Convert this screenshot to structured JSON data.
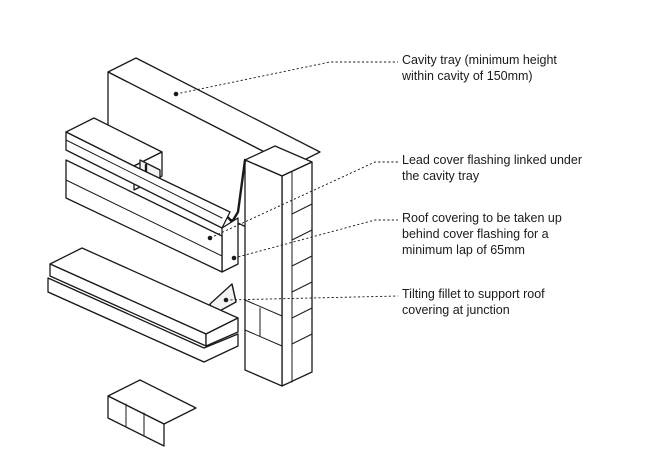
{
  "annotations": [
    {
      "id": "cavity-tray",
      "text": "Cavity tray (minimum height\nwithin cavity of 150mm)"
    },
    {
      "id": "lead-cover-flashing",
      "text": "Lead cover flashing linked under\nthe cavity tray"
    },
    {
      "id": "roof-covering",
      "text": "Roof covering to be taken up\nbehind cover flashing for a\nminimum lap of 65mm"
    },
    {
      "id": "tilting-fillet",
      "text": "Tilting fillet to support roof\ncovering at junction"
    }
  ]
}
